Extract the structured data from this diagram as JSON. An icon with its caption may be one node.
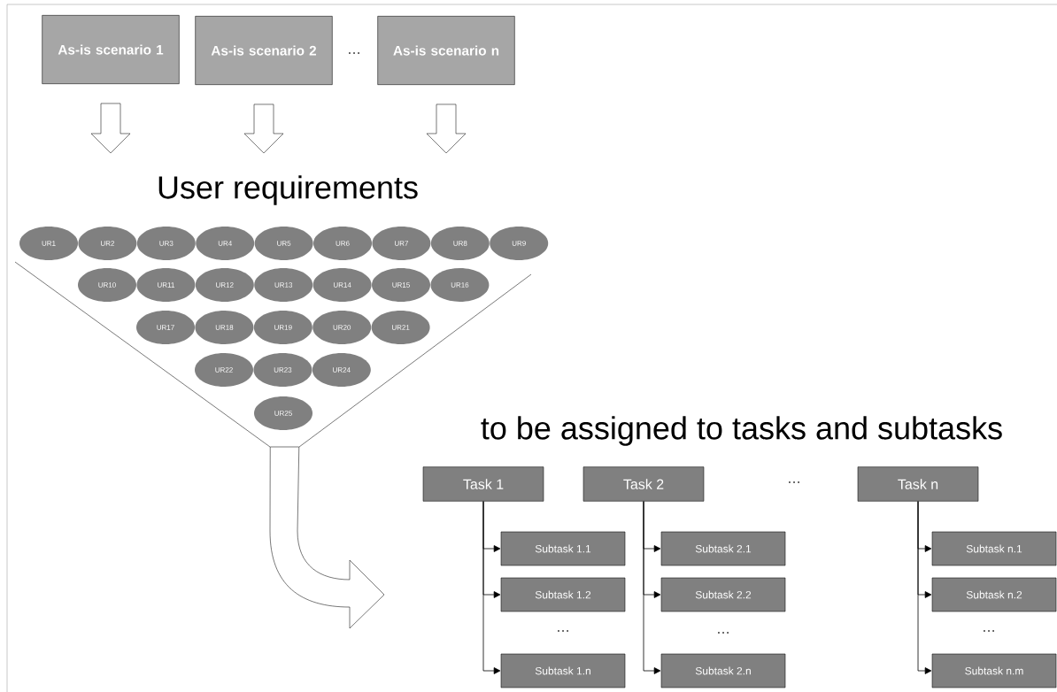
{
  "diagram": {
    "nodes": [
      {
        "text": [
          "As-is scenario 1"
        ]
      },
      {
        "text": [
          "As-is scenario 2"
        ]
      },
      {
        "text": [
          "As-is scenario n"
        ]
      },
      {
        "text": [
          "User requirements"
        ]
      },
      {
        "text": [],
        "shape": "funnel"
      },
      {
        "text": [
          "UR1"
        ]
      },
      {
        "text": [
          "UR2"
        ]
      },
      {
        "text": [
          "UR3"
        ]
      },
      {
        "text": [
          "UR4"
        ]
      },
      {
        "text": [
          "UR5"
        ]
      },
      {
        "text": [
          "UR6"
        ]
      },
      {
        "text": [
          "UR7"
        ]
      },
      {
        "text": [
          "UR8"
        ]
      },
      {
        "text": [
          "UR9"
        ]
      },
      {
        "text": [
          "UR10"
        ],
        "in": 4
      },
      {
        "text": [
          "UR11"
        ],
        "in": 4
      },
      {
        "text": [
          "UR12"
        ],
        "in": 4
      },
      {
        "text": [
          "UR13"
        ],
        "in": 4
      },
      {
        "text": [
          "UR14"
        ],
        "in": 4
      },
      {
        "text": [
          "UR15"
        ],
        "in": 4
      },
      {
        "text": [
          "UR16"
        ],
        "in": 4
      },
      {
        "text": [
          "UR17"
        ],
        "in": 4
      },
      {
        "text": [
          "UR18"
        ],
        "in": 4
      },
      {
        "text": [
          "UR19"
        ],
        "in": 4
      },
      {
        "text": [
          "UR20"
        ],
        "in": 4
      },
      {
        "text": [
          "UR21"
        ],
        "in": 4
      },
      {
        "text": [
          "UR22"
        ],
        "in": 4
      },
      {
        "text": [
          "UR23"
        ],
        "in": 4
      },
      {
        "text": [
          "UR24"
        ],
        "in": 4
      },
      {
        "text": [
          "UR25"
        ],
        "in": 4
      },
      {
        "text": [
          "to be assigned to tasks and subtasks"
        ]
      },
      {
        "text": [
          "Task 1"
        ]
      },
      {
        "text": [
          "Subtask 1.1"
        ]
      },
      {
        "text": [
          "Subtask 1.2"
        ]
      },
      {
        "text": [
          "Subtask 1.n"
        ]
      },
      {
        "text": [
          "Task 2"
        ]
      },
      {
        "text": [
          "Subtask 2.1"
        ]
      },
      {
        "text": [
          "Subtask 2.2"
        ]
      },
      {
        "text": [
          "Subtask 2.n"
        ]
      },
      {
        "text": [
          "Task n"
        ]
      },
      {
        "text": [
          "Subtask n.1"
        ]
      },
      {
        "text": [
          "Subtask n.2"
        ]
      },
      {
        "text": [
          "Subtask n.m"
        ]
      }
    ],
    "edges": [
      {
        "from": 0,
        "to": 3,
        "arrow": "to"
      },
      {
        "from": 1,
        "to": 3,
        "arrow": "to"
      },
      {
        "from": 2,
        "to": 3,
        "arrow": "to"
      },
      {
        "from": 4,
        "to": null,
        "arrow": "to"
      },
      {
        "from": 31,
        "to": 32,
        "arrow": "to"
      },
      {
        "from": 31,
        "to": 33,
        "arrow": "to"
      },
      {
        "from": 31,
        "to": 34,
        "arrow": "to"
      },
      {
        "from": 35,
        "to": 36,
        "arrow": "to"
      },
      {
        "from": 35,
        "to": 37,
        "arrow": "to"
      },
      {
        "from": 35,
        "to": 38,
        "arrow": "to"
      },
      {
        "from": 39,
        "to": 40,
        "arrow": "to"
      },
      {
        "from": 39,
        "to": 41,
        "arrow": "to"
      },
      {
        "from": 39,
        "to": 42,
        "arrow": "to"
      }
    ],
    "labels": [
      "…",
      "…",
      "…",
      "…",
      "…"
    ]
  }
}
